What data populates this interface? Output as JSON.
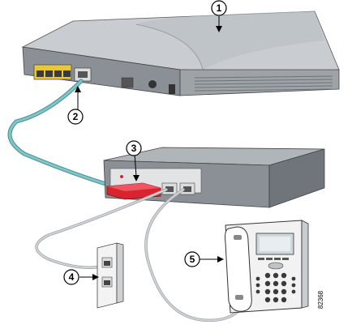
{
  "callouts": [
    {
      "id": "1",
      "label": "1"
    },
    {
      "id": "2",
      "label": "2"
    },
    {
      "id": "3",
      "label": "3"
    },
    {
      "id": "4",
      "label": "4"
    },
    {
      "id": "5",
      "label": "5"
    }
  ],
  "figure_id": "82368",
  "colors": {
    "router_body": "#9ea3a8",
    "router_top": "#c9cdd1",
    "router_front": "#7f858b",
    "port_yellow": "#e8c83a",
    "cable_teal": "#7fc6c9",
    "adapter_red": "#d9232f",
    "phone_cord": "#b7bcc0",
    "phone_body": "#f2f2f2"
  }
}
